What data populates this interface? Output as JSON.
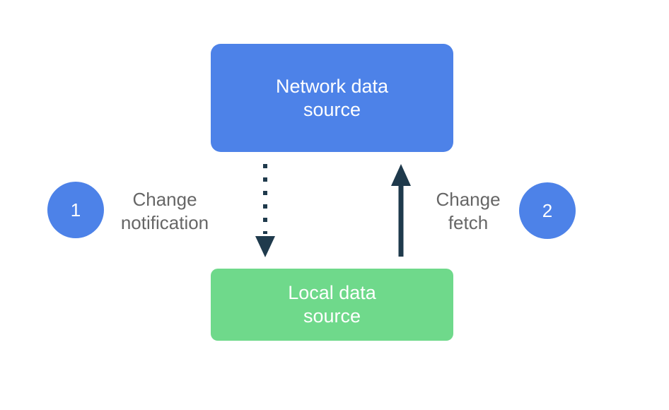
{
  "colors": {
    "blue": "#4d82e8",
    "green": "#6fd98b",
    "arrow": "#1f3a4c",
    "gray": "#666666",
    "nodeText": "#ffffff"
  },
  "diagram": {
    "network_node": {
      "label": "Network data\nsource"
    },
    "local_node": {
      "label": "Local data\nsource"
    },
    "step1": {
      "number": "1",
      "label": "Change\nnotification"
    },
    "step2": {
      "number": "2",
      "label": "Change\nfetch"
    }
  }
}
